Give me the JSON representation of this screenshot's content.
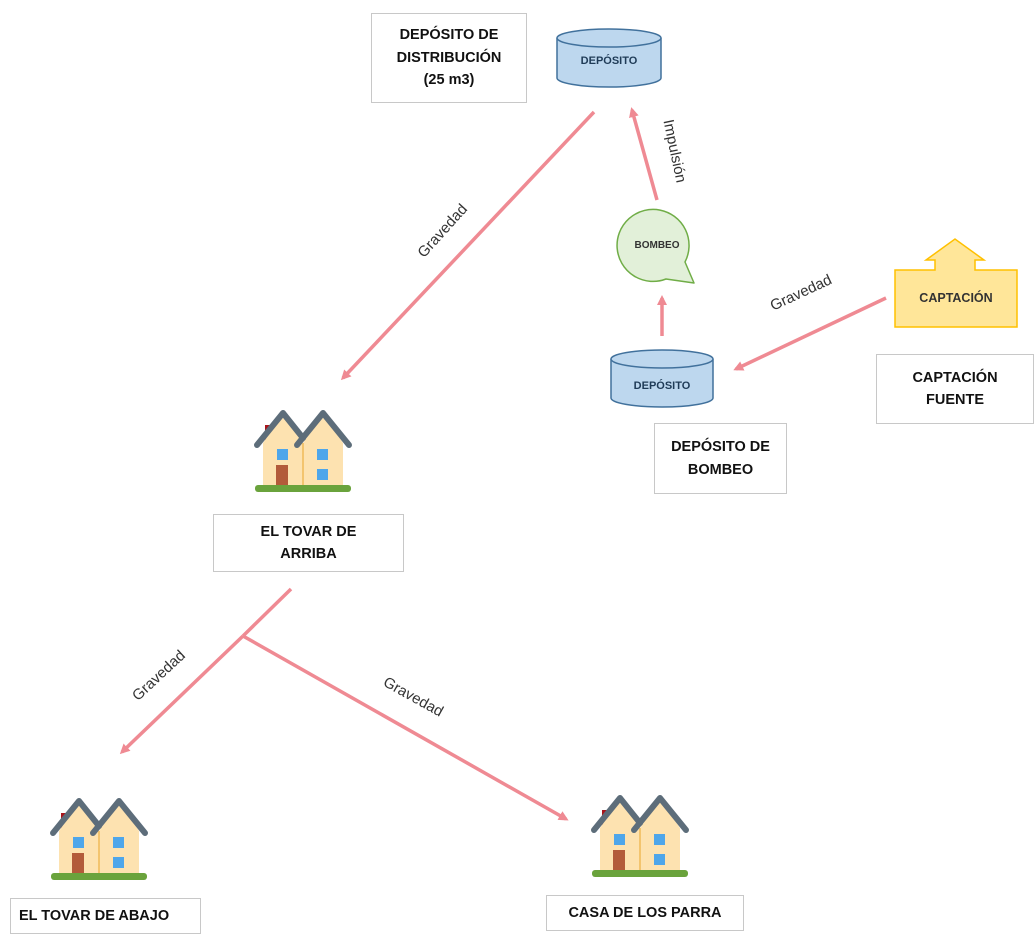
{
  "colors": {
    "arrow": "#ef8a93",
    "tank_fill": "#bdd7ee",
    "tank_stroke": "#41719c",
    "pump_fill": "#e2f0d9",
    "pump_stroke": "#70ad47",
    "intake_fill": "#ffe699",
    "intake_stroke": "#ffc000",
    "house_wall": "#fde2b0",
    "house_roof": "#5d6d7a",
    "house_window": "#4ea6ea",
    "house_door": "#b35b3a",
    "house_chimney": "#a8151b",
    "house_grass": "#6aa33c"
  },
  "nodes": {
    "tank_top_label": "DEPÓSITO",
    "tank_bottom_label": "DEPÓSITO",
    "pump_label": "BOMBEO",
    "intake_label": "CAPTACIÓN"
  },
  "labels": {
    "distribution_tank": [
      "DEPÓSITO DE",
      "DISTRIBUCIÓN",
      "(25 m3)"
    ],
    "pump_tank": [
      "DEPÓSITO DE",
      "BOMBEO"
    ],
    "intake": [
      "CAPTACIÓN",
      "FUENTE"
    ],
    "tovar_arriba": [
      "EL TOVAR DE",
      "ARRIBA"
    ],
    "tovar_abajo": "EL TOVAR DE ABAJO",
    "casa_parra": "CASA DE LOS PARRA"
  },
  "edges": {
    "gravity_main": "Gravedad",
    "impulsion": "Impulsión",
    "gravity_intake": "Gravedad",
    "gravity_abajo": "Gravedad",
    "gravity_parra": "Gravedad"
  },
  "icons": [
    "house-icon",
    "house-icon",
    "house-icon",
    "tank-icon",
    "tank-icon",
    "pump-icon",
    "intake-icon"
  ]
}
